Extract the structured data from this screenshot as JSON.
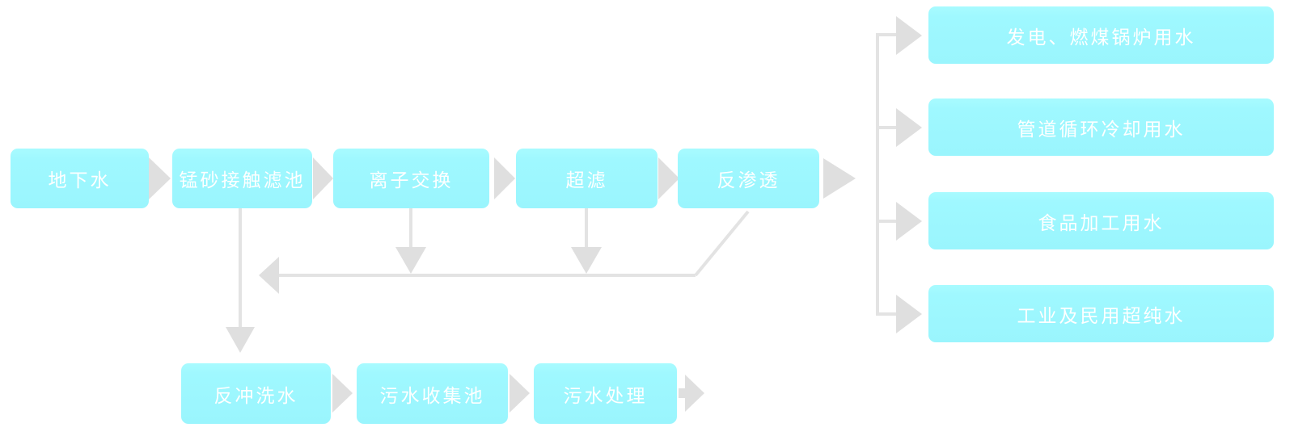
{
  "palette": {
    "node_fill": "#9FF8FF",
    "node_text": "#FFFFFF",
    "connector": "#E1E1E1"
  },
  "nodes": {
    "main_flow": [
      {
        "label": "地下水"
      },
      {
        "label": "锰砂接触滤池"
      },
      {
        "label": "离子交换"
      },
      {
        "label": "超滤"
      },
      {
        "label": "反渗透"
      }
    ],
    "outputs": [
      {
        "label": "发电、燃煤锅炉用水"
      },
      {
        "label": "管道循环冷却用水"
      },
      {
        "label": "食品加工用水"
      },
      {
        "label": "工业及民用超纯水"
      }
    ],
    "wastewater_flow": [
      {
        "label": "反冲洗水"
      },
      {
        "label": "污水收集池"
      },
      {
        "label": "污水处理"
      }
    ]
  }
}
